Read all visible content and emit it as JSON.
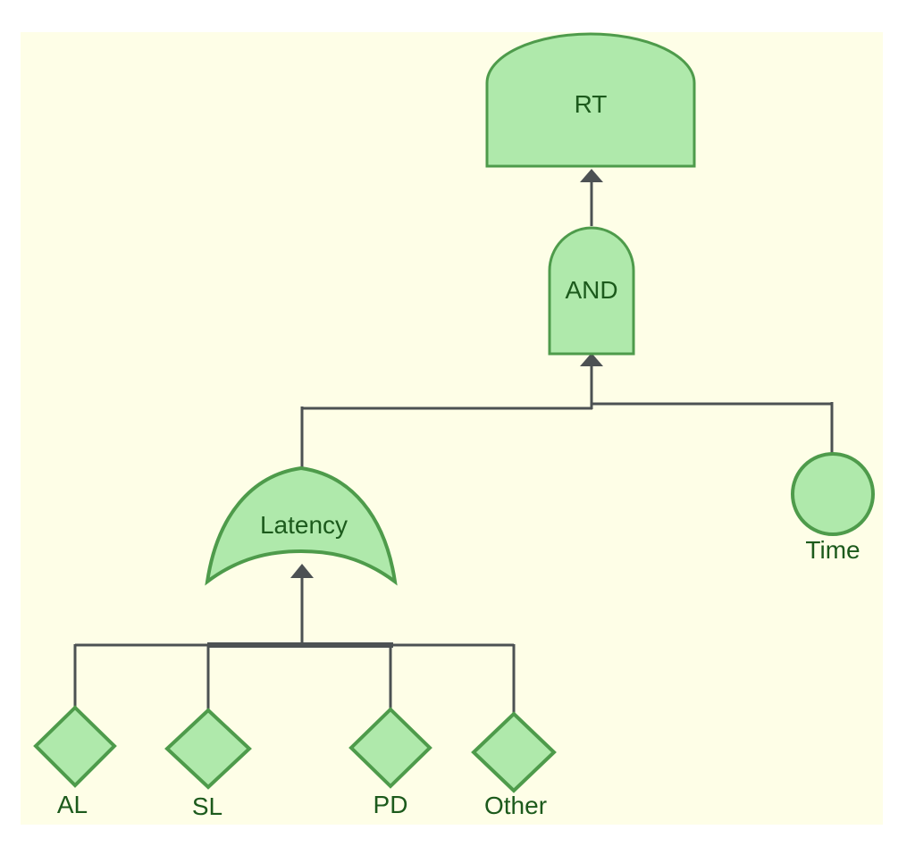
{
  "diagram": {
    "kind": "fault-tree",
    "colors": {
      "canvas_background": "#FEFEE7",
      "page_background": "#FFFFFF",
      "node_fill": "#AFE9AB",
      "node_stroke": "#4E9B4B",
      "connector": "#4C5153",
      "label_text": "#1C5A1C"
    },
    "nodes": [
      {
        "id": "RT",
        "type": "top-event",
        "shape": "dome-top-rectangle",
        "label": "RT"
      },
      {
        "id": "AND",
        "type": "and-gate",
        "shape": "and-gate",
        "label": "AND"
      },
      {
        "id": "Latency",
        "type": "or-gate",
        "shape": "or-gate",
        "label": "Latency"
      },
      {
        "id": "Time",
        "type": "basic-event",
        "shape": "circle",
        "label": "Time"
      },
      {
        "id": "AL",
        "type": "undeveloped-event",
        "shape": "diamond",
        "label": "AL"
      },
      {
        "id": "SL",
        "type": "undeveloped-event",
        "shape": "diamond",
        "label": "SL"
      },
      {
        "id": "PD",
        "type": "undeveloped-event",
        "shape": "diamond",
        "label": "PD"
      },
      {
        "id": "Other",
        "type": "undeveloped-event",
        "shape": "diamond",
        "label": "Other"
      }
    ],
    "edges": [
      {
        "parent": "RT",
        "child": "AND",
        "arrow_into_parent": true
      },
      {
        "parent": "AND",
        "child": "Latency",
        "arrow_into_parent": true
      },
      {
        "parent": "AND",
        "child": "Time",
        "arrow_into_parent": true
      },
      {
        "parent": "Latency",
        "child": "AL",
        "arrow_into_parent": true
      },
      {
        "parent": "Latency",
        "child": "SL",
        "arrow_into_parent": true
      },
      {
        "parent": "Latency",
        "child": "PD",
        "arrow_into_parent": true
      },
      {
        "parent": "Latency",
        "child": "Other",
        "arrow_into_parent": true
      }
    ]
  }
}
